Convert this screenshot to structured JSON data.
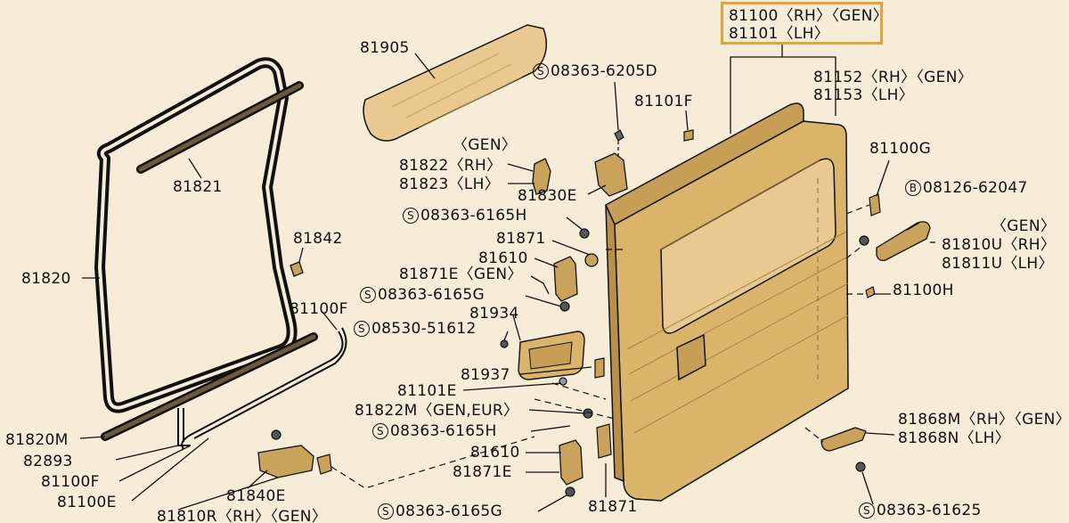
{
  "callouts": {
    "main_door": {
      "line1": "81100〈RH〉〈GEN〉",
      "line2": "81101〈LH〉"
    },
    "outer_panel": {
      "line1": "81152〈RH〉〈GEN〉",
      "line2": "81153〈LH〉"
    },
    "glass_film": "81905",
    "bolt_6205d": "08363-6205D",
    "plug_81101f": "81101F",
    "plug_81100g": "81100G",
    "bolt_62047": "08126-62047",
    "lock_gen": "〈GEN〉",
    "lock_rh": "81810U〈RH〉",
    "lock_lh": "81811U〈LH〉",
    "hinge_gen": "〈GEN〉",
    "hinge_rh": "81822〈RH〉",
    "hinge_lh": "81823〈LH〉",
    "bracket_81830e": "81830E",
    "bolt_6165h_top": "08363-6165H",
    "bolt_81871_top": "81871",
    "bolt_81610_top": "81610",
    "plate_81871e_gen": "81871E〈GEN〉",
    "bolt_6165g_mid": "08363-6165G",
    "handle_81934": "81934",
    "screw_51612": "08530-51612",
    "handle_81937": "81937",
    "plug_81101e": "81101E",
    "hinge_81822m": "81822M〈GEN,EUR〉",
    "bolt_6165h_low": "08363-6165H",
    "bolt_81610_low": "81610",
    "plate_81871e_low": "81871E",
    "bolt_6165g_bottom": "08363-6165G",
    "bolt_81871_bottom": "81871",
    "weatherstrip": "81820",
    "drip_81821": "81821",
    "clip_81842": "81842",
    "rod_81100f": "81100F",
    "strip_81820m": "81820M",
    "seal_82893": "82893",
    "rod_81100f_low": "81100F",
    "rod_81100e": "81100E",
    "lock_81840e": "81840E",
    "lock_81810r": "81810R〈RH〉〈GEN〉",
    "plug_81100h": "81100H",
    "bracket_rh": "81868M〈RH〉〈GEN〉",
    "bracket_lh": "81868N〈LH〉",
    "bolt_61625": "08363-61625"
  },
  "symbols": {
    "s": "S",
    "b": "B"
  },
  "colors": {
    "background": "#f7ecd8",
    "door": "#d9b46a",
    "door_dark": "#b8904a",
    "glass": "#e9c98f",
    "highlight": "#e1a33c",
    "line": "#111111"
  }
}
